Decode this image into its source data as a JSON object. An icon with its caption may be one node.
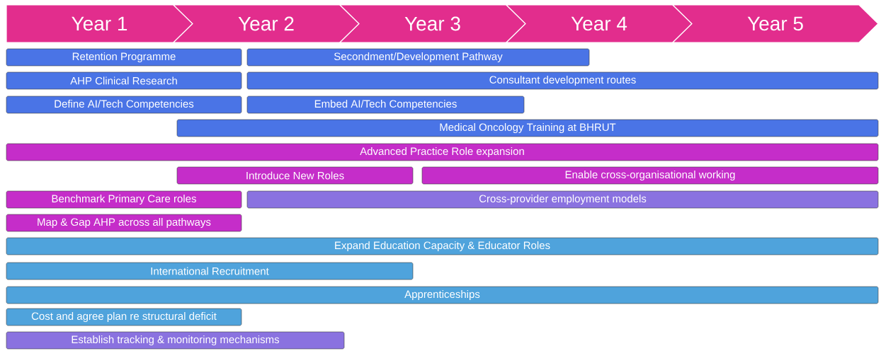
{
  "diagram": {
    "nodes": [
      {
        "text": [
          "Year 1"
        ]
      },
      {
        "text": [
          "Year 2"
        ]
      },
      {
        "text": [
          "Year 3"
        ]
      },
      {
        "text": [
          "Year 4"
        ]
      },
      {
        "text": [
          "Year 5"
        ]
      },
      {
        "text": [
          "Retention Programme"
        ]
      },
      {
        "text": [
          "Secondment/Development Pathway"
        ]
      },
      {
        "text": [
          "AHP Clinical Research"
        ]
      },
      {
        "text": [
          "Consultant development routes"
        ]
      },
      {
        "text": [
          "Define AI/Tech Competencies"
        ]
      },
      {
        "text": [
          "Embed AI/Tech Competencies"
        ]
      },
      {
        "text": [
          "Medical Oncology Training at BHRUT"
        ]
      },
      {
        "text": [
          "Advanced Practice Role expansion"
        ]
      },
      {
        "text": [
          "Introduce New Roles"
        ]
      },
      {
        "text": [
          "Enable cross-organisational working"
        ]
      },
      {
        "text": [
          "Benchmark Primary Care roles"
        ]
      },
      {
        "text": [
          "Cross-provider employment models"
        ]
      },
      {
        "text": [
          "Map & Gap AHP across all pathways"
        ]
      },
      {
        "text": [
          "Expand Education Capacity & Educator Roles"
        ]
      },
      {
        "text": [
          "International Recruitment"
        ]
      },
      {
        "text": [
          "Apprenticeships"
        ]
      },
      {
        "text": [
          "Cost and agree plan re structural deficit"
        ]
      },
      {
        "text": [
          "Establish tracking & monitoring mechanisms"
        ]
      }
    ]
  }
}
